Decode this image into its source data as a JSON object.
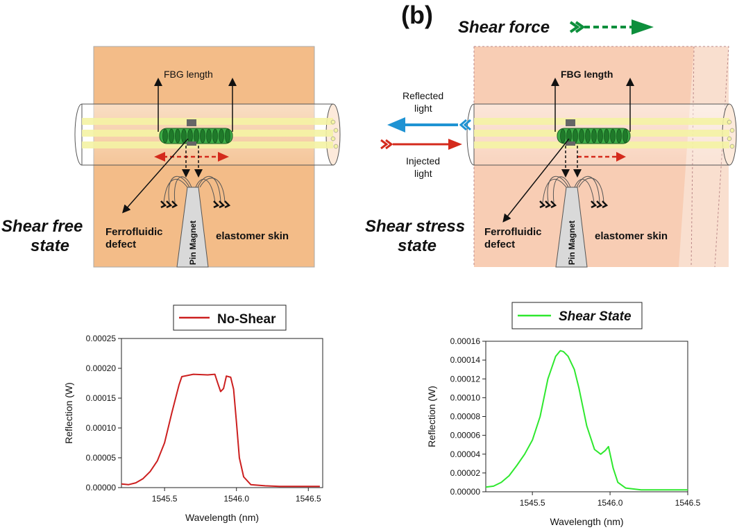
{
  "panel_label": "(b)",
  "shear_force_label": "Shear force",
  "left_diagram": {
    "state_label_line1": "Shear free",
    "state_label_line2": "state",
    "fbg_label": "FBG length",
    "defect_line1": "Ferrofluidic",
    "defect_line2": "defect",
    "magnet_label": "Pin Magnet",
    "skin_label": "elastomer skin",
    "colors": {
      "block": "#f3bc88",
      "fiber_core": "#fafab4",
      "grating": "#2f9b3a",
      "arrow": "#d42a1c"
    }
  },
  "right_diagram": {
    "state_label_line1": "Shear stress",
    "state_label_line2": "state",
    "fbg_label": "FBG length",
    "defect_line1": "Ferrofluidic",
    "defect_line2": "defect",
    "magnet_label": "Pin Magnet",
    "skin_label": "elastomer skin",
    "reflected_line1": "Reflected",
    "reflected_line2": "light",
    "injected_line1": "Injected",
    "injected_line2": "light",
    "colors": {
      "block": "#f7cbb0",
      "shear_arrow": "#0d8f3c",
      "reflected_arrow": "#1f93d3",
      "injected_arrow": "#d42a1c"
    }
  },
  "chart_data": [
    {
      "type": "line",
      "legend": "No-Shear",
      "legend_italic": false,
      "color": "#cc1f1f",
      "xlabel": "Wavelength (nm)",
      "ylabel": "Reflection (W)",
      "xlim": [
        1545.2,
        1546.6
      ],
      "ylim": [
        0,
        0.00025
      ],
      "xticks": [
        "1545.5",
        "1546.0",
        "1546.5"
      ],
      "xtick_values": [
        1545.5,
        1546.0,
        1546.5
      ],
      "yticks": [
        "0.00000",
        "0.00005",
        "0.00010",
        "0.00015",
        "0.00020",
        "0.00025"
      ],
      "ytick_values": [
        0,
        5e-05,
        0.0001,
        0.00015,
        0.0002,
        0.00025
      ],
      "x": [
        1545.2,
        1545.25,
        1545.3,
        1545.35,
        1545.4,
        1545.45,
        1545.5,
        1545.55,
        1545.6,
        1545.62,
        1545.7,
        1545.8,
        1545.85,
        1545.87,
        1545.89,
        1545.91,
        1545.93,
        1545.96,
        1545.98,
        1546.0,
        1546.02,
        1546.05,
        1546.1,
        1546.2,
        1546.3,
        1546.4,
        1546.5,
        1546.58
      ],
      "y": [
        6e-06,
        5e-06,
        8e-06,
        1.5e-05,
        2.7e-05,
        4.5e-05,
        7.5e-05,
        0.000125,
        0.000172,
        0.000186,
        0.00019,
        0.000189,
        0.00019,
        0.000175,
        0.000161,
        0.000166,
        0.000187,
        0.000185,
        0.000165,
        0.00011,
        5e-05,
        1.8e-05,
        5e-06,
        3e-06,
        2e-06,
        2e-06,
        2e-06,
        2e-06
      ]
    },
    {
      "type": "line",
      "legend": "Shear State",
      "legend_italic": true,
      "color": "#2ee82e",
      "xlabel": "Wavelength (nm)",
      "ylabel": "Reflection (W)",
      "xlim": [
        1545.2,
        1546.5
      ],
      "ylim": [
        0,
        0.00016
      ],
      "xticks": [
        "1545.5",
        "1546.0",
        "1546.5"
      ],
      "xtick_values": [
        1545.5,
        1546.0,
        1546.5
      ],
      "yticks": [
        "0.00000",
        "0.00002",
        "0.00004",
        "0.00006",
        "0.00008",
        "0.00010",
        "0.00012",
        "0.00014",
        "0.00016"
      ],
      "ytick_values": [
        0,
        2e-05,
        4e-05,
        6e-05,
        8e-05,
        0.0001,
        0.00012,
        0.00014,
        0.00016
      ],
      "x": [
        1545.2,
        1545.25,
        1545.3,
        1545.35,
        1545.4,
        1545.45,
        1545.5,
        1545.55,
        1545.6,
        1545.65,
        1545.68,
        1545.7,
        1545.73,
        1545.77,
        1545.8,
        1545.85,
        1545.9,
        1545.94,
        1545.97,
        1545.99,
        1546.02,
        1546.05,
        1546.1,
        1546.2,
        1546.3,
        1546.4,
        1546.5
      ],
      "y": [
        5e-06,
        6e-06,
        1e-05,
        1.7e-05,
        2.8e-05,
        4e-05,
        5.5e-05,
        8e-05,
        0.00012,
        0.000144,
        0.00015,
        0.000149,
        0.000144,
        0.00013,
        0.00011,
        7e-05,
        4.5e-05,
        4e-05,
        4.4e-05,
        4.8e-05,
        2.5e-05,
        1e-05,
        4e-06,
        2e-06,
        2e-06,
        2e-06,
        2e-06
      ]
    }
  ]
}
